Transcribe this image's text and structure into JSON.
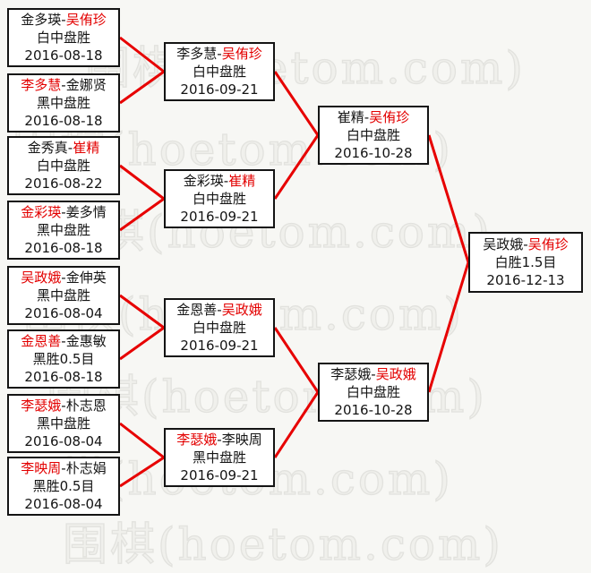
{
  "watermark": {
    "text": "围棋(hoetom.com)"
  },
  "colors": {
    "background": "#f7f7f4",
    "watermark": "#e2e2de",
    "line_red": "#e70000",
    "name_red": "#e30000",
    "border": "#141414",
    "box_bg": "#ffffff"
  },
  "bracket": {
    "separator": "-",
    "rounds": [
      {
        "name": "round-1",
        "matches": [
          {
            "p1": "金多瑛",
            "p2": "吴侑珍",
            "p1_red": false,
            "p2_red": true,
            "result": "白中盘胜",
            "date": "2016-08-18"
          },
          {
            "p1": "李多慧",
            "p2": "金娜贤",
            "p1_red": true,
            "p2_red": false,
            "result": "黑中盘胜",
            "date": "2016-08-18"
          },
          {
            "p1": "金秀真",
            "p2": "崔精",
            "p1_red": false,
            "p2_red": true,
            "result": "白中盘胜",
            "date": "2016-08-22"
          },
          {
            "p1": "金彩瑛",
            "p2": "姜多情",
            "p1_red": true,
            "p2_red": false,
            "result": "黑中盘胜",
            "date": "2016-08-18"
          },
          {
            "p1": "吴政娥",
            "p2": "金伸英",
            "p1_red": true,
            "p2_red": false,
            "result": "黑中盘胜",
            "date": "2016-08-04"
          },
          {
            "p1": "金恩善",
            "p2": "金惠敏",
            "p1_red": true,
            "p2_red": false,
            "result": "黑胜0.5目",
            "date": "2016-08-18"
          },
          {
            "p1": "李瑟娥",
            "p2": "朴志恩",
            "p1_red": true,
            "p2_red": false,
            "result": "黑中盘胜",
            "date": "2016-08-04"
          },
          {
            "p1": "李映周",
            "p2": "朴志娟",
            "p1_red": true,
            "p2_red": false,
            "result": "黑胜0.5目",
            "date": "2016-08-04"
          }
        ]
      },
      {
        "name": "round-2",
        "matches": [
          {
            "p1": "李多慧",
            "p2": "吴侑珍",
            "p1_red": false,
            "p2_red": true,
            "result": "白中盘胜",
            "date": "2016-09-21"
          },
          {
            "p1": "金彩瑛",
            "p2": "崔精",
            "p1_red": false,
            "p2_red": true,
            "result": "白中盘胜",
            "date": "2016-09-21"
          },
          {
            "p1": "金恩善",
            "p2": "吴政娥",
            "p1_red": false,
            "p2_red": true,
            "result": "白中盘胜",
            "date": "2016-09-21"
          },
          {
            "p1": "李瑟娥",
            "p2": "李映周",
            "p1_red": true,
            "p2_red": false,
            "result": "黑中盘胜",
            "date": "2016-09-21"
          }
        ]
      },
      {
        "name": "semifinals",
        "matches": [
          {
            "p1": "崔精",
            "p2": "吴侑珍",
            "p1_red": false,
            "p2_red": true,
            "result": "白中盘胜",
            "date": "2016-10-28"
          },
          {
            "p1": "李瑟娥",
            "p2": "吴政娥",
            "p1_red": false,
            "p2_red": true,
            "result": "白中盘胜",
            "date": "2016-10-28"
          }
        ]
      },
      {
        "name": "final",
        "matches": [
          {
            "p1": "吴政娥",
            "p2": "吴侑珍",
            "p1_red": false,
            "p2_red": true,
            "result": "白胜1.5目",
            "date": "2016-12-13"
          }
        ]
      }
    ]
  }
}
